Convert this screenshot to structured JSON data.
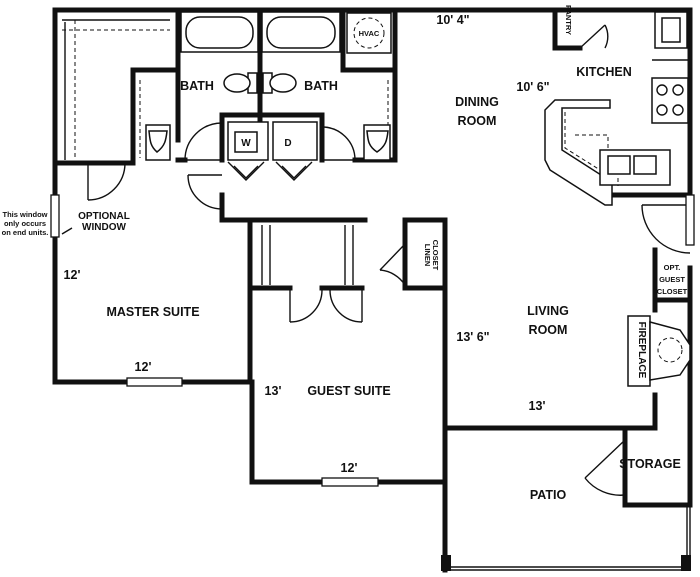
{
  "labels": {
    "bath_left": "BATH",
    "bath_right": "BATH",
    "hvac": "HVAC",
    "pantry": "PANTRY",
    "kitchen": "KITCHEN",
    "dining_line1": "DINING",
    "dining_line2": "ROOM",
    "washer": "W",
    "dryer": "D",
    "window_note_line1": "This window",
    "window_note_line2": "only occurs",
    "window_note_line3": "on end units.",
    "optional_window_line1": "OPTIONAL",
    "optional_window_line2": "WINDOW",
    "master_suite": "MASTER SUITE",
    "guest_suite": "GUEST SUITE",
    "linen_closet_line1": "LINEN",
    "linen_closet_line2": "CLOSET",
    "living_line1": "LIVING",
    "living_line2": "ROOM",
    "opt_guest_closet_line1": "OPT.",
    "opt_guest_closet_line2": "GUEST",
    "opt_guest_closet_line3": "CLOSET",
    "fireplace": "FIREPLACE",
    "storage": "STORAGE",
    "patio": "PATIO"
  },
  "dimensions": {
    "dining_width": "10' 4\"",
    "dining_depth": "10' 6\"",
    "master_depth": "12'",
    "master_width": "12'",
    "guest_depth": "13'",
    "guest_width": "12'",
    "living_depth": "13' 6\"",
    "living_width": "13'"
  }
}
